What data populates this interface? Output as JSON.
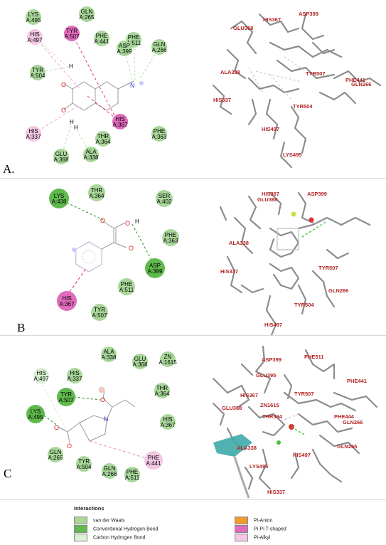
{
  "panels": [
    {
      "label": "A.",
      "residues": [
        {
          "name": "LYS",
          "num": "A:495",
          "type": "vdw"
        },
        {
          "name": "GLN",
          "num": "A:265",
          "type": "vdw"
        },
        {
          "name": "HIS",
          "num": "A:497",
          "type": "pialkyl"
        },
        {
          "name": "TYR",
          "num": "A:507",
          "type": "pipi"
        },
        {
          "name": "PHE",
          "num": "A:441",
          "type": "vdw"
        },
        {
          "name": "PHE",
          "num": "A:511",
          "type": "vdw"
        },
        {
          "name": "GLN",
          "num": "A:266",
          "type": "vdw"
        },
        {
          "name": "ASP",
          "num": "A:399",
          "type": "vdw"
        },
        {
          "name": "TYR",
          "num": "A:504",
          "type": "vdw"
        },
        {
          "name": "HIS",
          "num": "A:337",
          "type": "pialkyl"
        },
        {
          "name": "THR",
          "num": "A:364",
          "type": "vdw"
        },
        {
          "name": "HIS",
          "num": "A:367",
          "type": "pipi"
        },
        {
          "name": "PHE",
          "num": "A:363",
          "type": "vdw"
        },
        {
          "name": "GLU",
          "num": "A:368",
          "type": "vdw"
        },
        {
          "name": "ALA",
          "num": "A:338",
          "type": "vdw"
        }
      ],
      "labels3d": [
        "HIS367",
        "ASP399",
        "GLU368",
        "ALA338",
        "TYR507",
        "PHE441",
        "GLN266",
        "HIS337",
        "TYR504",
        "HIS497",
        "LYS495"
      ]
    },
    {
      "label": "B",
      "residues": [
        {
          "name": "LYS",
          "num": "A:438",
          "type": "hbond"
        },
        {
          "name": "THR",
          "num": "A:364",
          "type": "vdw"
        },
        {
          "name": "SER",
          "num": "A:402",
          "type": "vdw"
        },
        {
          "name": "PHE",
          "num": "A:363",
          "type": "vdw"
        },
        {
          "name": "ASP",
          "num": "A:399",
          "type": "hbond"
        },
        {
          "name": "PHE",
          "num": "A:511",
          "type": "vdw"
        },
        {
          "name": "HIS",
          "num": "A:367",
          "type": "pipi"
        },
        {
          "name": "TYR",
          "num": "A:507",
          "type": "vdw"
        }
      ],
      "labels3d": [
        "HIS367",
        "ASP399",
        "GLU368",
        "ALA338",
        "HIS337",
        "TYR507",
        "GLN266",
        "TYR504",
        "HIS497"
      ]
    },
    {
      "label": "C",
      "residues": [
        {
          "name": "ALA",
          "num": "A:338",
          "type": "vdw"
        },
        {
          "name": "GLU",
          "num": "A:368",
          "type": "vdw"
        },
        {
          "name": "ZN",
          "num": "A:1615",
          "type": "vdw"
        },
        {
          "name": "HIS",
          "num": "A:497",
          "type": "chbond"
        },
        {
          "name": "HIS",
          "num": "A:337",
          "type": "vdw"
        },
        {
          "name": "THR",
          "num": "A:364",
          "type": "vdw"
        },
        {
          "name": "TYR",
          "num": "A:507",
          "type": "hbond"
        },
        {
          "name": "LYS",
          "num": "A:495",
          "type": "hbond"
        },
        {
          "name": "HIS",
          "num": "A:367",
          "type": "vdw"
        },
        {
          "name": "GLN",
          "num": "A:265",
          "type": "vdw"
        },
        {
          "name": "TYR",
          "num": "A:504",
          "type": "vdw"
        },
        {
          "name": "GLN",
          "num": "A:266",
          "type": "vdw"
        },
        {
          "name": "PHE",
          "num": "A:511",
          "type": "vdw"
        },
        {
          "name": "PHE",
          "num": "A:441",
          "type": "pialkyl"
        }
      ],
      "labels3d": [
        "ASP399",
        "PHE511",
        "GLU395",
        "HIS367",
        "TYR507",
        "PHE441",
        "ZN1615",
        "GLU368",
        "THR364",
        "PHE444",
        "GLN266",
        "GLN265",
        "HIS497",
        "ALA338",
        "LYS495",
        "HIS337"
      ]
    }
  ],
  "legend": {
    "title": "Interactions",
    "items": [
      {
        "label": "van der Waals",
        "color": "#a9d79a"
      },
      {
        "label": "Conventional Hydrogen Bond",
        "color": "#5fb94c"
      },
      {
        "label": "Carbon Hydrogen Bond",
        "color": "#d9f0d2"
      },
      {
        "label": "Pi-Anion",
        "color": "#f29a2e"
      },
      {
        "label": "Pi-Pi T-shaped",
        "color": "#de6bbb"
      },
      {
        "label": "Pi-Alkyl",
        "color": "#f4c7e4"
      }
    ]
  }
}
